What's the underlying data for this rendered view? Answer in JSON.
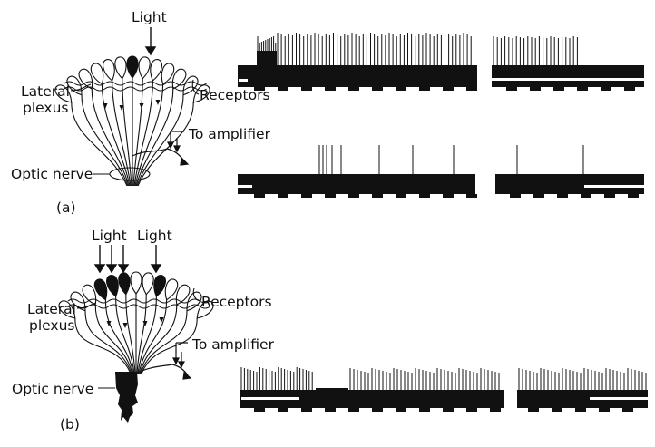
{
  "colors": {
    "ink": "#111111",
    "paper": "#ffffff"
  },
  "panel_a": {
    "light_label": "Light",
    "lateral_label_line1": "Lateral",
    "lateral_label_line2": "plexus",
    "receptors_label": "Receptors",
    "amplifier_label": "To amplifier",
    "optic_label": "Optic nerve",
    "panel_label": "(a)"
  },
  "panel_b": {
    "light_label_1": "Light",
    "light_label_2": "Light",
    "lateral_label_line1": "Lateral",
    "lateral_label_line2": "plexus",
    "receptors_label": "Receptors",
    "amplifier_label": "To amplifier",
    "optic_label": "Optic nerve",
    "panel_label": "(b)"
  }
}
